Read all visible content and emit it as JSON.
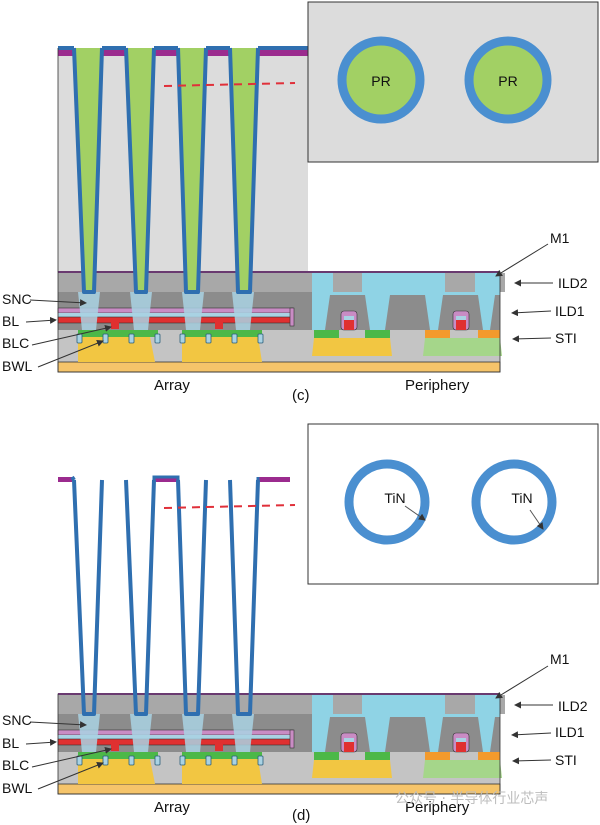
{
  "figure": {
    "title": "DRAM capacitor process cross-sections",
    "colors": {
      "oxide_fill": "#dcdcdc",
      "liner_blue": "#2f6fb0",
      "cap_blue": "#4a8fd0",
      "pr_green": "#a2d064",
      "purple_hardmask": "#9b2b8e",
      "ild2": "#a8a8a8",
      "ild1": "#8c8c8c",
      "sti": "#c4c4c4",
      "snc_light": "#a9d2e3",
      "bl_red": "#e03030",
      "bl_pink": "#c98cc4",
      "active_green": "#4cb848",
      "well_yellow": "#f2c642",
      "substrate": "#f5c46a",
      "m1_cyan": "#8fd3e5",
      "orange": "#f39a2c",
      "lightgreen": "#a5d68a",
      "dash_red": "#e0303a"
    },
    "panels": [
      {
        "id": "c",
        "caption": "(c)",
        "region_labels": {
          "array": "Array",
          "periphery": "Periphery"
        },
        "left_labels": [
          "SNC",
          "BL",
          "BLC",
          "BWL"
        ],
        "right_labels": [
          "M1",
          "ILD2",
          "ILD1",
          "STI"
        ],
        "inset": {
          "items": [
            "PR",
            "PR"
          ],
          "fill_state": "photoresist-filled"
        }
      },
      {
        "id": "d",
        "caption": "(d)",
        "region_labels": {
          "array": "Array",
          "periphery": "Periphery"
        },
        "left_labels": [
          "SNC",
          "BL",
          "BLC",
          "BWL"
        ],
        "right_labels": [
          "M1",
          "ILD2",
          "ILD1",
          "STI"
        ],
        "inset": {
          "items": [
            "TiN",
            "TiN"
          ],
          "fill_state": "open"
        }
      }
    ],
    "watermark": "公众号 · 半导体行业芯声"
  }
}
